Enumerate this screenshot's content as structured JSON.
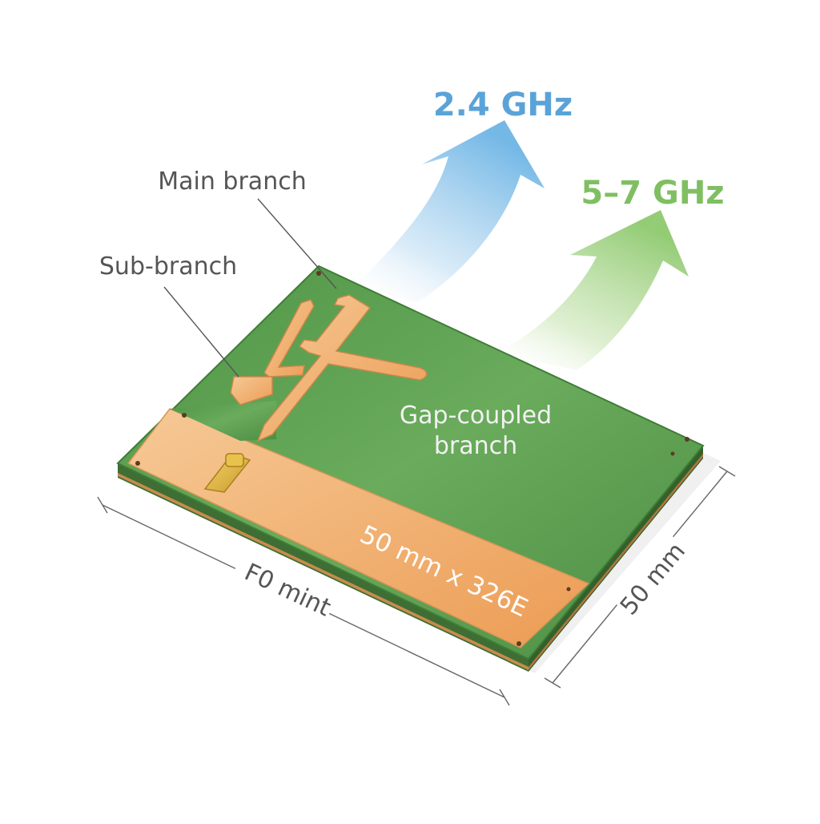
{
  "labels": {
    "main_branch": "Main branch",
    "sub_branch": "Sub-branch",
    "gap_coupled_line1": "Gap-coupled",
    "gap_coupled_line2": "branch",
    "board_stamp": "50 mm x 326E",
    "dim_width": "F0 mint",
    "dim_depth": "50 mm"
  },
  "bands": [
    {
      "label": "2.4 GHz",
      "color": "#5aa3d8"
    },
    {
      "label": "5–7 GHz",
      "color": "#7fbf62"
    }
  ],
  "colors": {
    "pcb_top": "#5c9f4f",
    "pcb_edge": "#3e6e33",
    "copper": "#f0b070",
    "copper_dark": "#c9884a",
    "label_text": "#555555",
    "leader": "#555555"
  }
}
